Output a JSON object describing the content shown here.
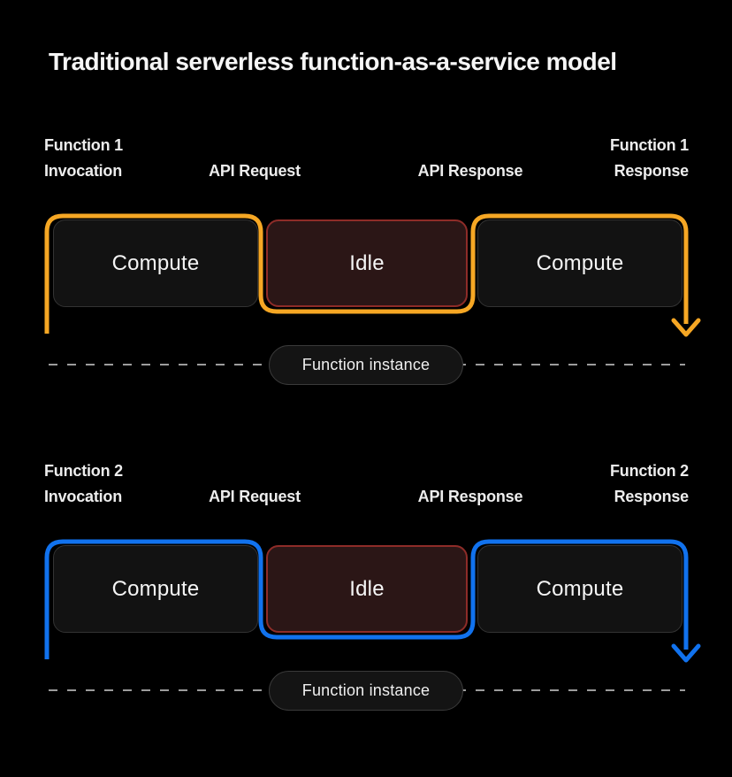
{
  "title": "Traditional serverless function-as-a-service model",
  "colors": {
    "background": "#000000",
    "box_fill": "#121212",
    "box_border": "#333333",
    "idle_fill": "#2B1616",
    "idle_border": "#8E2C28",
    "pill_fill": "#141414",
    "pill_border": "#3A3A3A",
    "dash": "#9C9C9C",
    "text": "#F2F2F2"
  },
  "rows": [
    {
      "accent": "#F6A724",
      "label_invocation_line1": "Function 1",
      "label_invocation_line2": "Invocation",
      "label_api_request": "API Request",
      "label_api_response": "API Response",
      "label_response_line1": "Function 1",
      "label_response_line2": "Response",
      "box_compute_1": "Compute",
      "box_idle": "Idle",
      "box_compute_2": "Compute",
      "instance_label": "Function instance"
    },
    {
      "accent": "#1172EE",
      "label_invocation_line1": "Function 2",
      "label_invocation_line2": "Invocation",
      "label_api_request": "API Request",
      "label_api_response": "API Response",
      "label_response_line1": "Function 2",
      "label_response_line2": "Response",
      "box_compute_1": "Compute",
      "box_idle": "Idle",
      "box_compute_2": "Compute",
      "instance_label": "Function instance"
    }
  ]
}
